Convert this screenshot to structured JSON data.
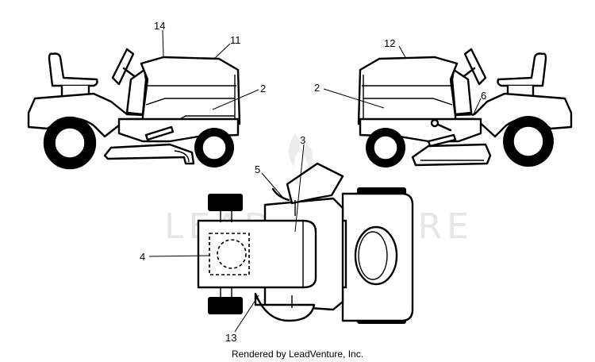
{
  "watermark": "LEADVENTURE",
  "footer": "Rendered by LeadVenture, Inc.",
  "callouts": {
    "c14": "14",
    "c11": "11",
    "c2_left": "2",
    "c12": "12",
    "c2_right": "2",
    "c6": "6",
    "c3": "3",
    "c5": "5",
    "c4": "4",
    "c13": "13"
  }
}
